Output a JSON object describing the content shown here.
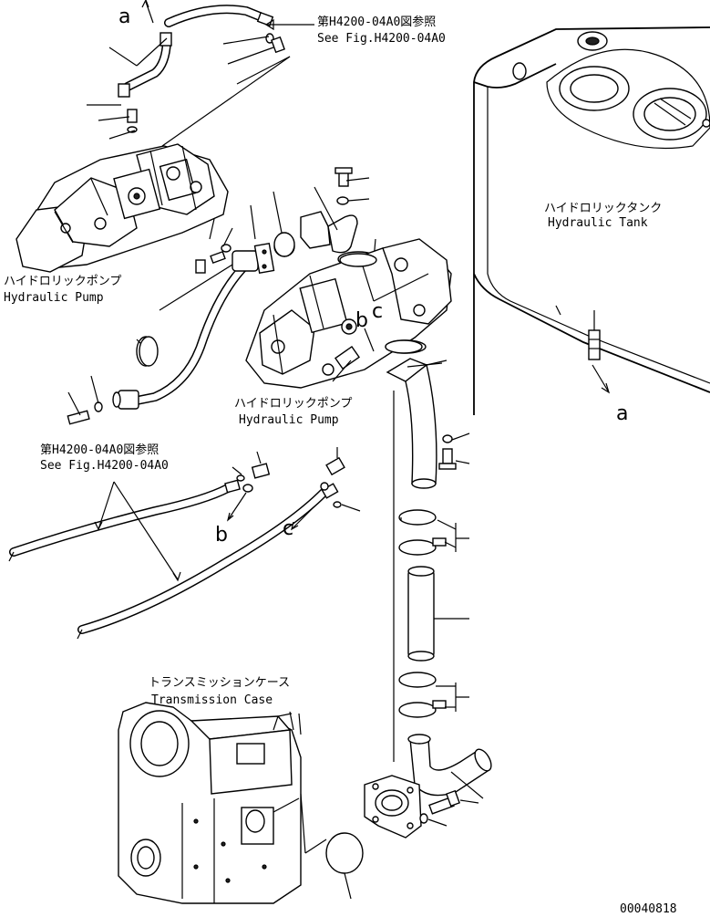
{
  "title": "",
  "labels": {
    "ref_top_jp": "第H4200-04A0図参照",
    "ref_top_en": "See Fig.H4200-04A0",
    "ref_mid_jp": "第H4200-04A0図参照",
    "ref_mid_en": "See Fig.H4200-04A0",
    "pump1_jp": "ハイドロリックポンプ",
    "pump1_en": "Hydraulic Pump",
    "pump2_jp": "ハイドロリックポンプ",
    "pump2_en": "Hydraulic Pump",
    "tank_jp": "ハイドロリックタンク",
    "tank_en": "Hydraulic Tank",
    "trans_jp": "トランスミッションケース",
    "trans_en": "Transmission Case"
  },
  "callouts": {
    "a_top": "a",
    "a_right": "a",
    "b_pump": "b",
    "c_pump": "c",
    "b_hose": "b",
    "c_hose": "c"
  },
  "drawing_number": "00040818"
}
